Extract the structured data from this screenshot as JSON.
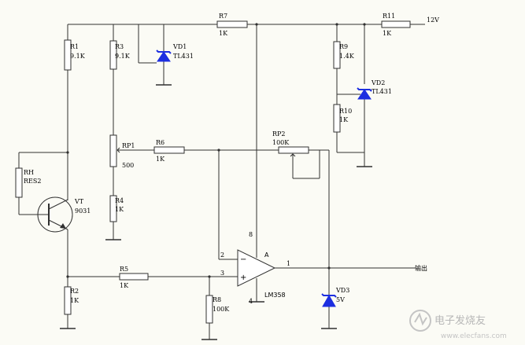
{
  "components": {
    "R1": {
      "ref": "R1",
      "value": "9.1K"
    },
    "R2": {
      "ref": "R2",
      "value": "1K"
    },
    "R3": {
      "ref": "R3",
      "value": "9.1K"
    },
    "R4": {
      "ref": "R4",
      "value": "1K"
    },
    "R5": {
      "ref": "R5",
      "value": "1K"
    },
    "R6": {
      "ref": "R6",
      "value": "1K"
    },
    "R7": {
      "ref": "R7",
      "value": "1K"
    },
    "R8": {
      "ref": "R8",
      "value": "100K"
    },
    "R9": {
      "ref": "R9",
      "value": "1.4K"
    },
    "R10": {
      "ref": "R10",
      "value": "1K"
    },
    "R11": {
      "ref": "R11",
      "value": "1K"
    },
    "RP1": {
      "ref": "RP1",
      "value": "500"
    },
    "RP2": {
      "ref": "RP2",
      "value": "100K"
    },
    "RH": {
      "ref": "RH",
      "value": "RES2"
    },
    "VT": {
      "ref": "VT",
      "value": "9031"
    },
    "VD1": {
      "ref": "VD1",
      "value": "TL431"
    },
    "VD2": {
      "ref": "VD2",
      "value": "TL431"
    },
    "VD3": {
      "ref": "VD3",
      "value": "5V"
    },
    "U1": {
      "ref": "A",
      "value": "LM358"
    }
  },
  "pins": {
    "inverting": "2",
    "non_inverting": "3",
    "output": "1",
    "supply": "8",
    "ground": "4",
    "minus_sign": "−",
    "plus_sign": "+"
  },
  "nets": {
    "supply": "12V",
    "output": "输出"
  },
  "watermark": {
    "brand": "电子发烧友",
    "site": "www.elecfans.com"
  },
  "colors": {
    "wire": "#303030",
    "zener": "#1c2ee0",
    "background": "#fbfbf5"
  }
}
